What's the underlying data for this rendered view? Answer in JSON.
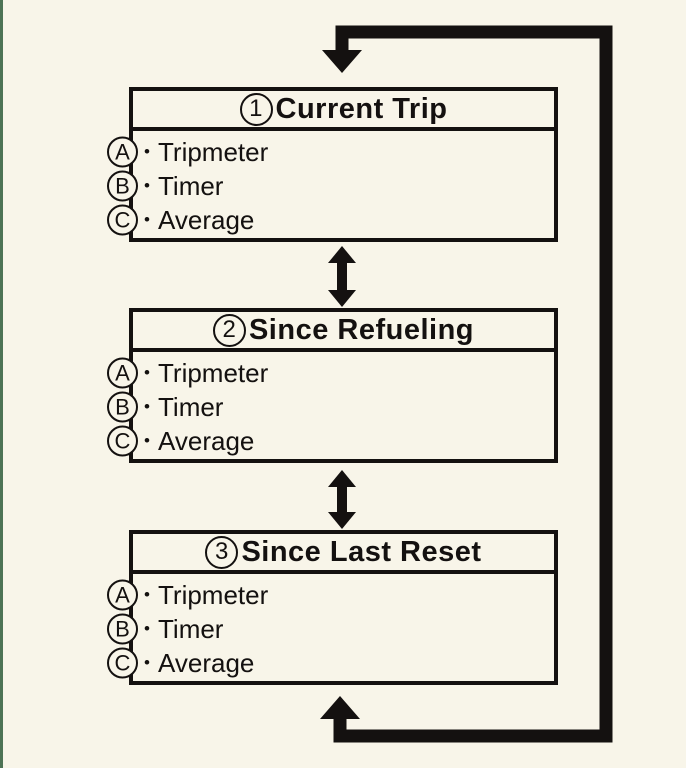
{
  "colors": {
    "paper": "#f8f5e9",
    "ink": "#141110",
    "edge": "#4d7355"
  },
  "glyphs": {
    "bullet": "•"
  },
  "icons": {
    "loop_arrow": "cycle-loop-arrow",
    "double_arrow": "double-headed-arrow"
  },
  "panels": [
    {
      "number": "1",
      "title": "Current Trip",
      "items": [
        {
          "key": "A",
          "label": "Tripmeter"
        },
        {
          "key": "B",
          "label": "Timer"
        },
        {
          "key": "C",
          "label": "Average"
        }
      ]
    },
    {
      "number": "2",
      "title": "Since Refueling",
      "items": [
        {
          "key": "A",
          "label": "Tripmeter"
        },
        {
          "key": "B",
          "label": "Timer"
        },
        {
          "key": "C",
          "label": "Average"
        }
      ]
    },
    {
      "number": "3",
      "title": "Since Last Reset",
      "items": [
        {
          "key": "A",
          "label": "Tripmeter"
        },
        {
          "key": "B",
          "label": "Timer"
        },
        {
          "key": "C",
          "label": "Average"
        }
      ]
    }
  ]
}
